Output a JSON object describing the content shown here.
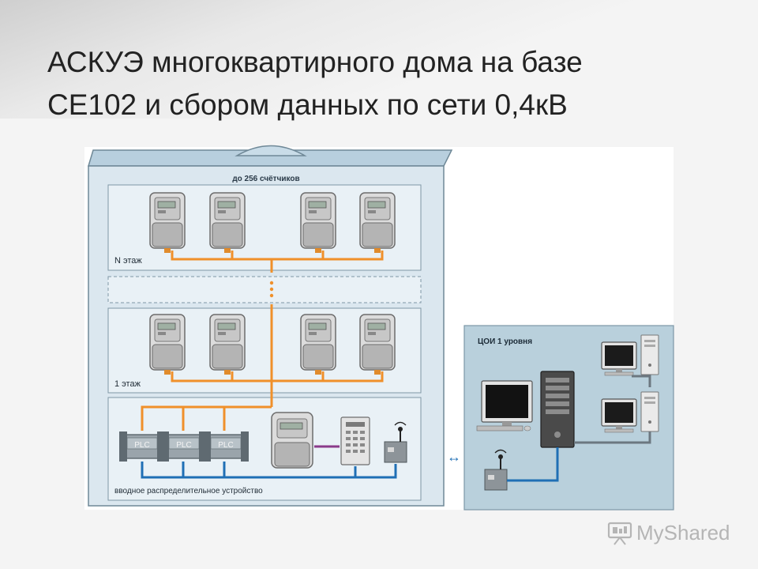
{
  "slide": {
    "title_line1": "АСКУЭ многоквартирного дома на базе",
    "title_line2": "CE102 и  сбором данных по сети 0,4кВ"
  },
  "diagram": {
    "building_header": "до 256 счётчиков",
    "floor_n_label": "N этаж",
    "floor_1_label": "1 этаж",
    "input_device_label": "вводное распределительное устройство",
    "plc_label": "PLC",
    "coi_label": "ЦОИ 1 уровня",
    "link_arrow": "↔"
  },
  "watermark": {
    "text": "MyShared"
  },
  "colors": {
    "orange_line": "#f0902a",
    "blue_line": "#1f6fb5",
    "purple_line": "#8a3a8a",
    "building_fill": "#dbe7ef",
    "coi_fill": "#b9d0dc"
  }
}
